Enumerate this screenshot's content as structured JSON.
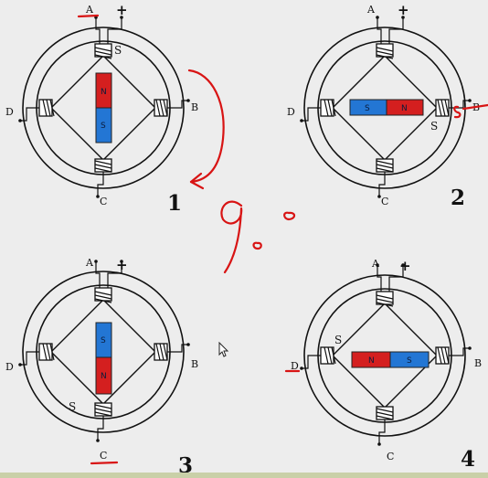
{
  "diagrams": [
    {
      "id": 1,
      "number": "1",
      "terminals": {
        "a": "A",
        "b": "B",
        "c": "C",
        "d": "D",
        "plus": "+"
      },
      "pole_label": "S",
      "orientation": "vertical",
      "magnet": {
        "first": {
          "text": "N",
          "color": "#d41f1f"
        },
        "second": {
          "text": "S",
          "color": "#2376d4"
        }
      }
    },
    {
      "id": 2,
      "number": "2",
      "terminals": {
        "a": "A",
        "b": "B",
        "c": "C",
        "d": "D",
        "plus": "+"
      },
      "pole_label": "S",
      "orientation": "horizontal",
      "magnet": {
        "first": {
          "text": "S",
          "color": "#2376d4"
        },
        "second": {
          "text": "N",
          "color": "#d41f1f"
        }
      }
    },
    {
      "id": 3,
      "number": "3",
      "terminals": {
        "a": "A",
        "b": "B",
        "c": "C",
        "d": "D",
        "plus": "+"
      },
      "pole_label": "S",
      "orientation": "vertical",
      "magnet": {
        "first": {
          "text": "S",
          "color": "#2376d4"
        },
        "second": {
          "text": "N",
          "color": "#d41f1f"
        }
      }
    },
    {
      "id": 4,
      "number": "4",
      "terminals": {
        "a": "A",
        "b": "B",
        "c": "C",
        "d": "D",
        "plus": "+"
      },
      "pole_label": "S",
      "orientation": "horizontal",
      "magnet": {
        "first": {
          "text": "N",
          "color": "#d41f1f"
        },
        "second": {
          "text": "S",
          "color": "#2376d4"
        }
      }
    }
  ],
  "colors": {
    "background": "#ededed",
    "line": "#111111",
    "annotation_red": "#d81414",
    "magnet_red": "#d41f1f",
    "magnet_blue": "#2376d4"
  }
}
